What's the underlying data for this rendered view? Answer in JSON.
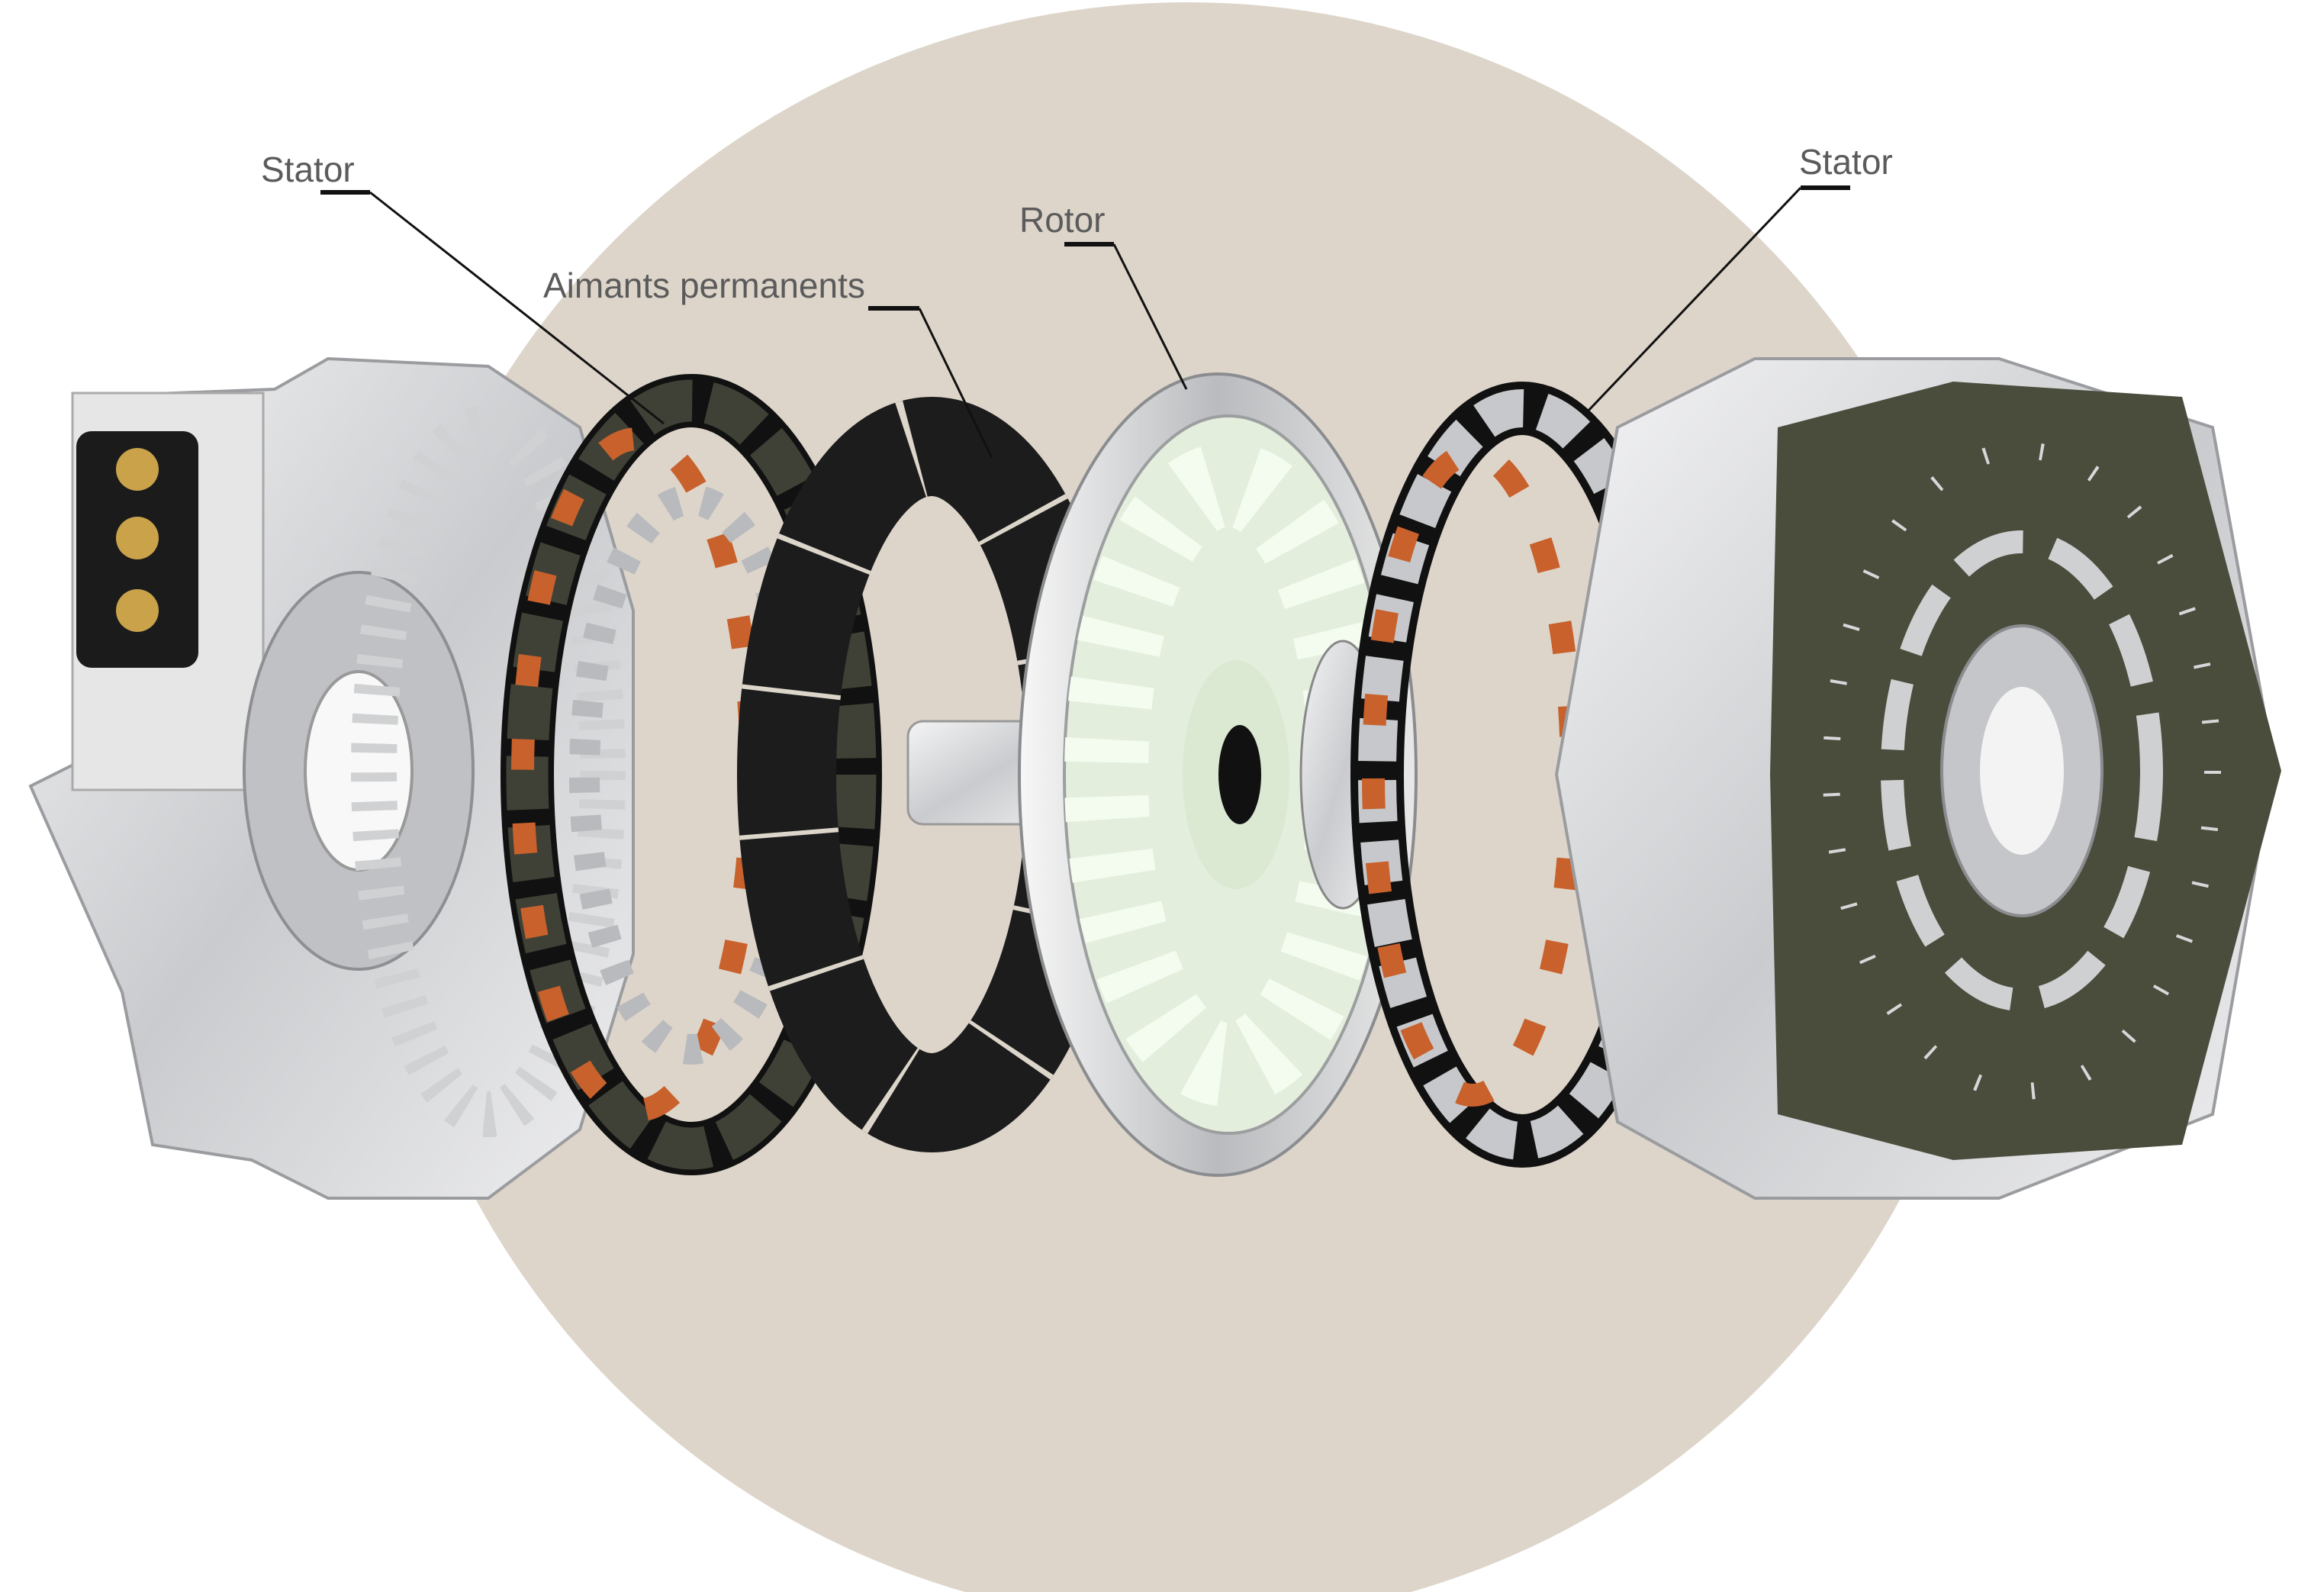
{
  "labels": {
    "stator_left": "Stator",
    "magnets": "Aimants permanents",
    "rotor": "Rotor",
    "stator_right": "Stator"
  },
  "colors": {
    "background_circle": "#ddd5ca",
    "label_text": "#5b5b5b",
    "copper": "#c8612c",
    "aluminium": "#d9dadc",
    "magnet_black": "#1c1c1c",
    "plate_olive": "#4a4c3c",
    "rotor_spokes": "#dcefd6"
  }
}
